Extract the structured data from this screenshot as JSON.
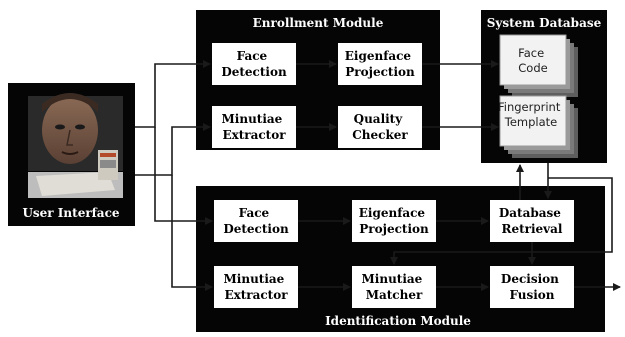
{
  "user_interface": {
    "label": "User Interface"
  },
  "enrollment_module": {
    "title": "Enrollment Module",
    "face_detection": [
      "Face",
      "Detection"
    ],
    "eigenface_projection": [
      "Eigenface",
      "Projection"
    ],
    "minutiae_extractor": [
      "Minutiae",
      "Extractor"
    ],
    "quality_checker": [
      "Quality",
      "Checker"
    ]
  },
  "system_database": {
    "title": "System Database",
    "face_code": [
      "Face",
      "Code"
    ],
    "fingerprint_template": [
      "Fingerprint",
      "Template"
    ]
  },
  "identification_module": {
    "title": "Identification Module",
    "face_detection": [
      "Face",
      "Detection"
    ],
    "eigenface_projection": [
      "Eigenface",
      "Projection"
    ],
    "database_retrieval": [
      "Database",
      "Retrieval"
    ],
    "minutiae_extractor": [
      "Minutiae",
      "Extractor"
    ],
    "minutiae_matcher": [
      "Minutiae",
      "Matcher"
    ],
    "decision_fusion": [
      "Decision",
      "Fusion"
    ]
  },
  "colors": {
    "module_bg": "#050505",
    "box_bg": "#ffffff",
    "arrow": "#1a1a1a",
    "db_shadow": "#6e6e6e"
  }
}
